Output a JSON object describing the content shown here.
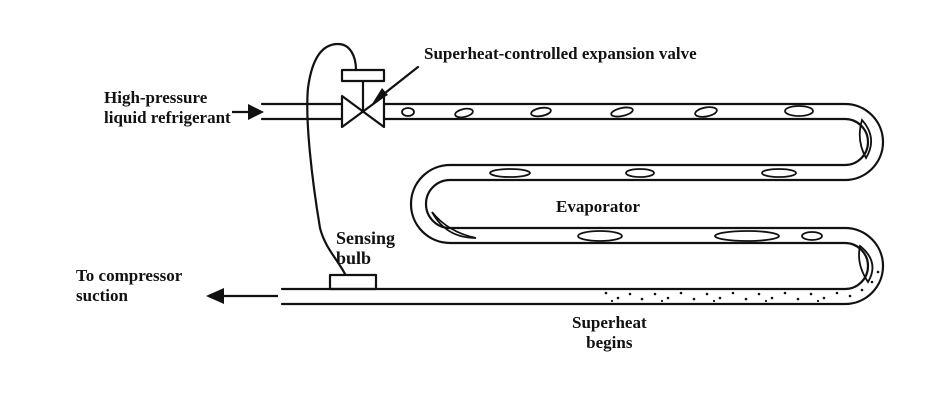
{
  "labels": {
    "inlet": [
      "High-pressure",
      "liquid refrigerant"
    ],
    "valve": "Superheat-controlled expansion valve",
    "evaporator": "Evaporator",
    "bulb": [
      "Sensing",
      "bulb"
    ],
    "suction": [
      "To compressor",
      "suction"
    ],
    "superheat": [
      "Superheat",
      "begins"
    ]
  },
  "colors": {
    "ink": "#111111",
    "background": "#ffffff"
  }
}
